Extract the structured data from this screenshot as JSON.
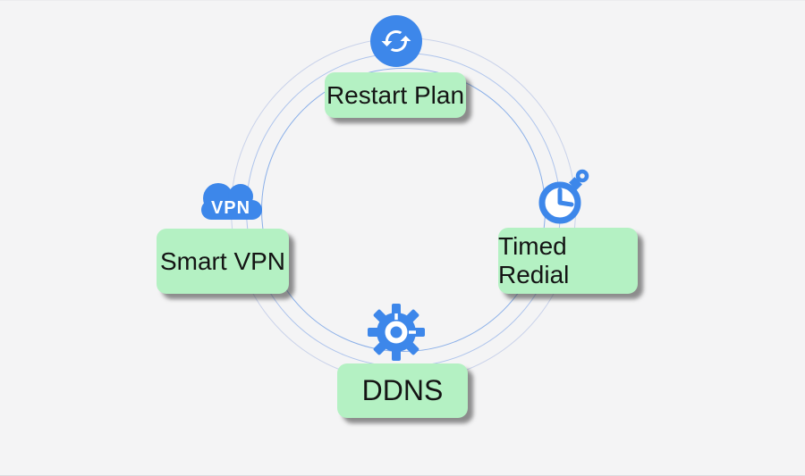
{
  "theme": {
    "accent": "#3d87ea",
    "labelBg": "#b4f1c3",
    "ringInner": "#8aafe8",
    "ringMiddle": "#aec4ec",
    "ringOuter": "#c9d2ea",
    "background": "#f4f4f5"
  },
  "diagram": {
    "vpn_cloud_text": "VPN",
    "nodes": [
      {
        "id": "restart-plan",
        "label": "Restart Plan",
        "icon": "sync-icon",
        "position": "top"
      },
      {
        "id": "smart-vpn",
        "label": "Smart VPN",
        "icon": "vpn-cloud-icon",
        "position": "left"
      },
      {
        "id": "timed-redial",
        "label": "Timed Redial",
        "icon": "stopwatch-icon",
        "position": "right"
      },
      {
        "id": "ddns",
        "label": "DDNS",
        "icon": "gear-icon",
        "position": "bottom"
      }
    ]
  }
}
